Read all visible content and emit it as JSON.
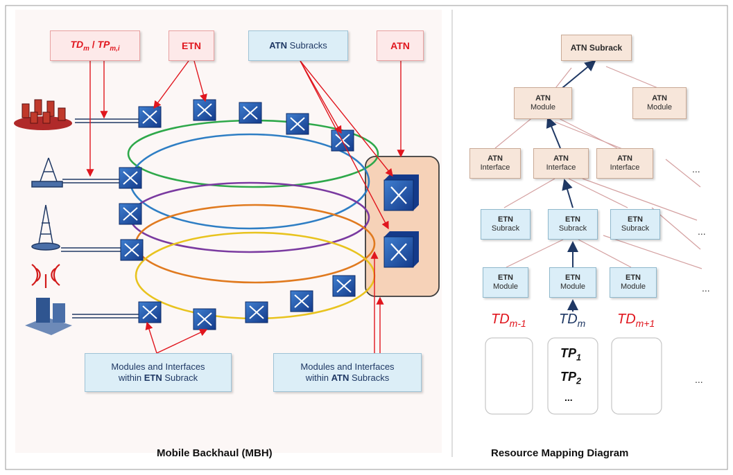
{
  "left_panel": {
    "callouts": {
      "td_tp": {
        "td": "TD",
        "td_sub": "m",
        "sep": " / ",
        "tp": "TP",
        "tp_sub": "m,i"
      },
      "etn": "ETN",
      "atn_subracks": {
        "bold": "ATN",
        "rest": " Subracks"
      },
      "atn": "ATN",
      "etn_modules": {
        "line1": "Modules and Interfaces",
        "line2_pre": "within ",
        "line2_bold": "ETN",
        "line2_post": " Subrack"
      },
      "atn_modules": {
        "line1": "Modules and Interfaces",
        "line2_pre": "within ",
        "line2_bold": "ATN",
        "line2_post": " Subracks"
      }
    },
    "caption": "Mobile Backhaul (MBH)",
    "ring_colors": [
      "#2ea84a",
      "#2e7ec4",
      "#7a3aa0",
      "#e07a1f",
      "#e8c31e"
    ]
  },
  "right_panel": {
    "caption": "Resource Mapping Diagram",
    "subrack": "ATN Subrack",
    "atn_modules": [
      {
        "title": "ATN",
        "label": "Module"
      },
      {
        "title": "ATN",
        "label": "Module"
      }
    ],
    "atn_interfaces": [
      {
        "title": "ATN",
        "label": "Interface"
      },
      {
        "title": "ATN",
        "label": "Interface"
      },
      {
        "title": "ATN",
        "label": "Interface"
      }
    ],
    "etn_subracks": [
      {
        "title": "ETN",
        "label": "Subrack"
      },
      {
        "title": "ETN",
        "label": "Subrack"
      },
      {
        "title": "ETN",
        "label": "Subrack"
      }
    ],
    "etn_modules": [
      {
        "title": "ETN",
        "label": "Module"
      },
      {
        "title": "ETN",
        "label": "Module"
      },
      {
        "title": "ETN",
        "label": "Module"
      }
    ],
    "td_labels": [
      {
        "base": "TD",
        "sub": "m-1"
      },
      {
        "base": "TD",
        "sub": "m"
      },
      {
        "base": "TD",
        "sub": "m+1"
      }
    ],
    "tp_items": [
      {
        "base": "TP",
        "sub": "1"
      },
      {
        "base": "TP",
        "sub": "2"
      },
      {
        "base": "...",
        "sub": ""
      }
    ],
    "ellipsis": "...",
    "colors": {
      "red": "#e0161e",
      "navy": "#1f3864",
      "link": "#d4a0a0"
    }
  }
}
